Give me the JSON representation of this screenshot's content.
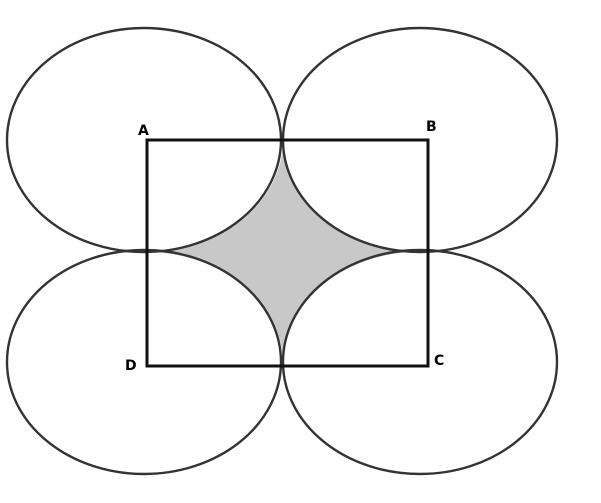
{
  "diagram": {
    "vertices": {
      "A": "A",
      "B": "B",
      "C": "C",
      "D": "D"
    },
    "colors": {
      "shaded_region": "#c8c8c8",
      "circle_stroke": "#333333",
      "square_stroke": "#111111",
      "background": "#ffffff"
    }
  }
}
